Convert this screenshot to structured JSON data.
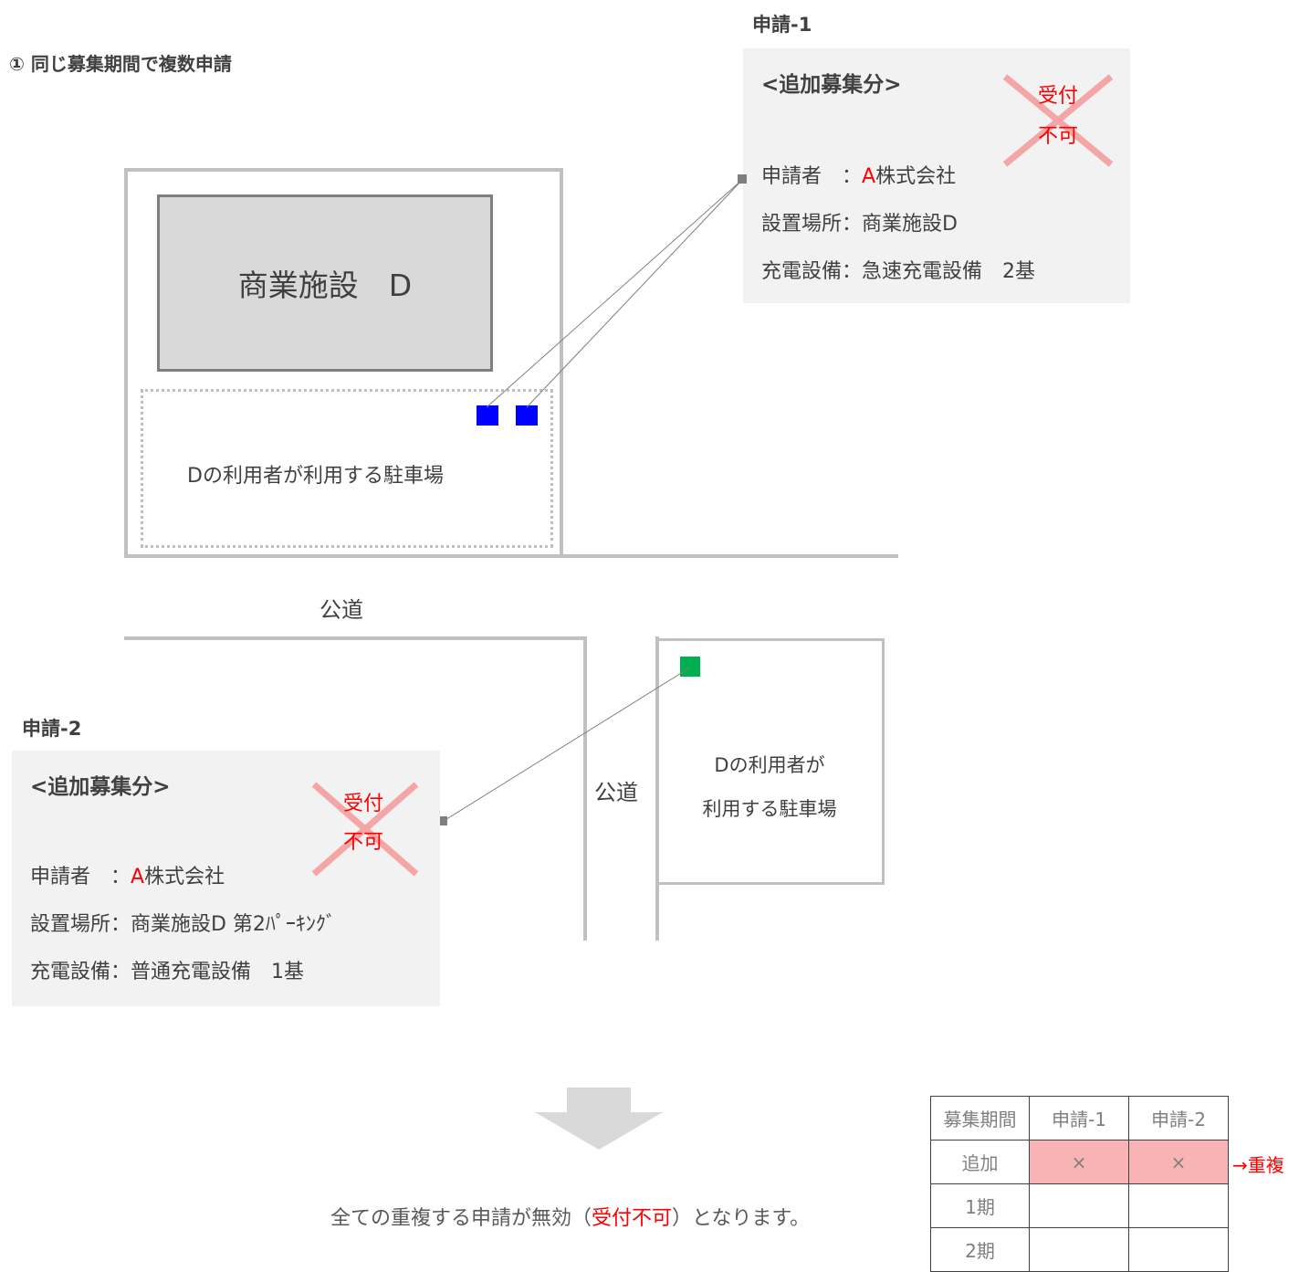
{
  "section_title": "① 同じ募集期間で複数申請",
  "app1": {
    "label": "申請-1",
    "header": "<追加募集分>",
    "stamp": [
      "受付",
      "不可"
    ],
    "applicant_label": "申請者　：",
    "applicant_red": "A",
    "applicant_rest": "株式会社",
    "location": "設置場所：商業施設D",
    "equipment": "充電設備：急速充電設備　2基"
  },
  "app2": {
    "label": "申請-2",
    "header": "<追加募集分>",
    "stamp": [
      "受付",
      "不可"
    ],
    "applicant_label": "申請者　：",
    "applicant_red": "A",
    "applicant_rest": "株式会社",
    "location": "設置場所：商業施設D 第2ﾊﾟｰｷﾝｸﾞ",
    "equipment": "充電設備：普通充電設備　1基"
  },
  "map": {
    "facility": "商業施設　D",
    "parking1": "Dの利用者が利用する駐車場",
    "road_h": "公道",
    "road_v": "公道",
    "parking2_line1": "Dの利用者が",
    "parking2_line2": "利用する駐車場"
  },
  "result": {
    "prefix": "全ての重複する申請が無効（",
    "highlight": "受付不可",
    "suffix": "）となります。"
  },
  "table": {
    "headers": [
      "募集期間",
      "申請-1",
      "申請-2"
    ],
    "rows": [
      [
        "追加",
        "×",
        "×"
      ],
      [
        "1期",
        "",
        ""
      ],
      [
        "2期",
        "",
        ""
      ]
    ],
    "note": "→重複"
  },
  "colors": {
    "charger_fast": "#0000ff",
    "charger_normal": "#00b050",
    "cross": "#f4a6a6",
    "mark_fill": "#f8b4b4"
  }
}
